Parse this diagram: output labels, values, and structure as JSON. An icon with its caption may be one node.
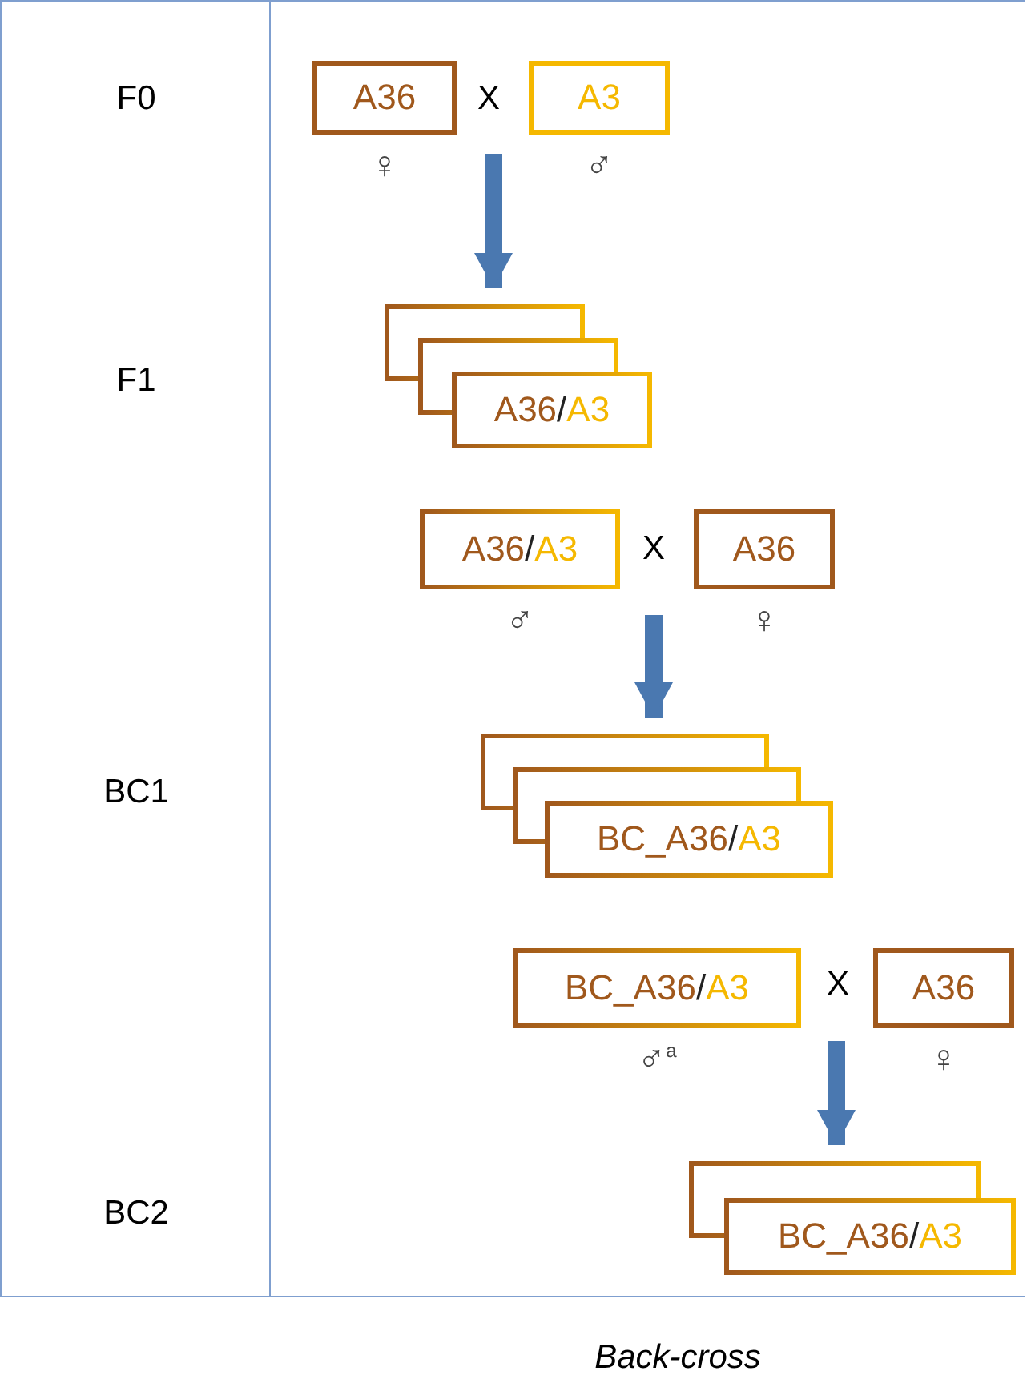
{
  "diagram": {
    "caption": "Back-cross",
    "nodes": [
      {
        "text": [
          "A36"
        ],
        "beside": [
          "♀"
        ]
      },
      {
        "text": [
          "A3"
        ],
        "beside": [
          "♂"
        ]
      },
      {
        "text": [
          "A36/A3"
        ]
      },
      {
        "text": [
          "A36/A3"
        ],
        "beside": [
          "♂"
        ]
      },
      {
        "text": [
          "A36"
        ],
        "beside": [
          "♀"
        ]
      },
      {
        "text": [
          "BC_A36/A3"
        ]
      },
      {
        "text": [
          "BC_A36/A3"
        ],
        "beside": [
          "♂$^{a}$"
        ]
      },
      {
        "text": [
          "A36"
        ],
        "beside": [
          "♀"
        ]
      },
      {
        "text": [
          "BC_A36/A3"
        ]
      }
    ],
    "edges": [
      {
        "from": null,
        "to": 2,
        "arrow": "to"
      },
      {
        "from": null,
        "to": 5,
        "arrow": "to"
      },
      {
        "from": null,
        "to": 8,
        "arrow": "to"
      }
    ],
    "labels": [
      "F0",
      "X",
      "F1",
      "BC1",
      "X",
      "BC2",
      "X"
    ]
  }
}
